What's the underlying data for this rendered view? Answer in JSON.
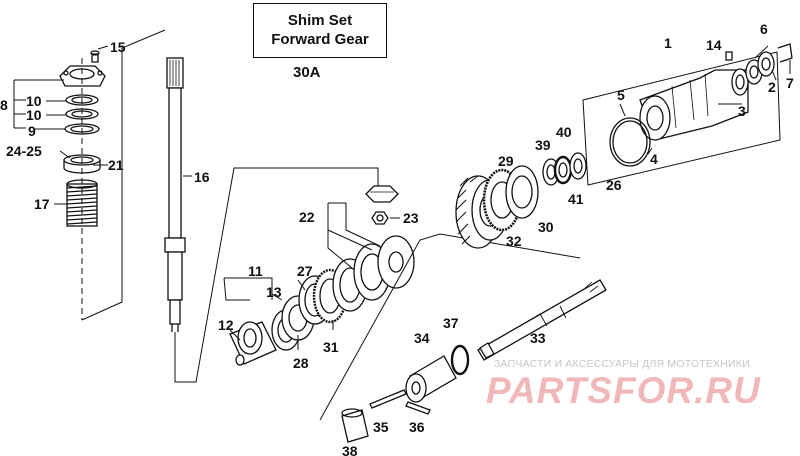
{
  "title_box": {
    "line1": "Shim Set",
    "line2": "Forward Gear"
  },
  "section_code": "30A",
  "callouts": {
    "c1": "1",
    "c2": "2",
    "c3": "3",
    "c4": "4",
    "c5": "5",
    "c6": "6",
    "c7": "7",
    "c8": "8",
    "c9": "9",
    "c10a": "10",
    "c10b": "10",
    "c11": "11",
    "c12": "12",
    "c13": "13",
    "c14": "14",
    "c15": "15",
    "c16": "16",
    "c17": "17",
    "c21": "21",
    "c22": "22",
    "c23": "23",
    "c24_25": "24-25",
    "c26": "26",
    "c27": "27",
    "c28": "28",
    "c29": "29",
    "c30": "30",
    "c31": "31",
    "c32": "32",
    "c33": "33",
    "c34": "34",
    "c35": "35",
    "c36": "36",
    "c37": "37",
    "c38": "38",
    "c39": "39",
    "c40": "40",
    "c41": "41"
  },
  "watermark": {
    "tagline": "ЗАПЧАСТИ И АКСЕССУАРЫ ДЛЯ МОТОТЕХНИКИ",
    "logo": "PARTSFOR.RU"
  },
  "colors": {
    "ink": "#111111",
    "watermark_red": "#e8a0a0",
    "watermark_gray": "#c6c6c6"
  }
}
